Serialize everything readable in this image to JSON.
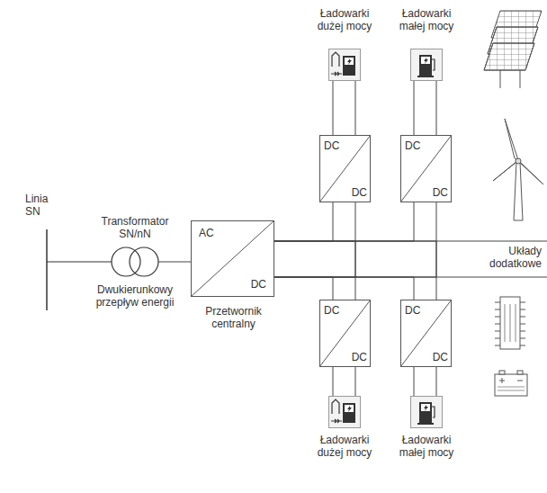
{
  "diagram": {
    "nodes": [
      {
        "text": [
          "Transformator SN/nN",
          "Dwukierunkowy przepływ energii"
        ]
      },
      {
        "text": [
          "AC",
          "DC",
          "Przetwornik centralny"
        ]
      },
      {
        "text": [
          "DC",
          "DC"
        ]
      },
      {
        "text": [
          "DC",
          "DC"
        ]
      },
      {
        "text": [
          "DC",
          "DC"
        ]
      },
      {
        "text": [
          "DC",
          "DC"
        ]
      },
      {
        "text": [
          "Ładowarki dużej mocy"
        ]
      },
      {
        "text": [
          "Ładowarki małej mocy"
        ]
      },
      {
        "text": [
          "Ładowarki dużej mocy"
        ]
      },
      {
        "text": [
          "Ładowarki małej mocy"
        ]
      }
    ],
    "edges": [
      {
        "from": 0,
        "to": 1,
        "arrow": "none"
      },
      {
        "from": 1,
        "to": 2,
        "arrow": "none"
      },
      {
        "from": 1,
        "to": 3,
        "arrow": "none"
      },
      {
        "from": 1,
        "to": 4,
        "arrow": "none"
      },
      {
        "from": 1,
        "to": 5,
        "arrow": "none"
      },
      {
        "from": 2,
        "to": 6,
        "arrow": "none"
      },
      {
        "from": 3,
        "to": 7,
        "arrow": "none"
      },
      {
        "from": 4,
        "to": 8,
        "arrow": "none"
      },
      {
        "from": 5,
        "to": 9,
        "arrow": "none"
      }
    ],
    "labels": [
      "Linia SN",
      "Układy dodatkowe"
    ]
  }
}
